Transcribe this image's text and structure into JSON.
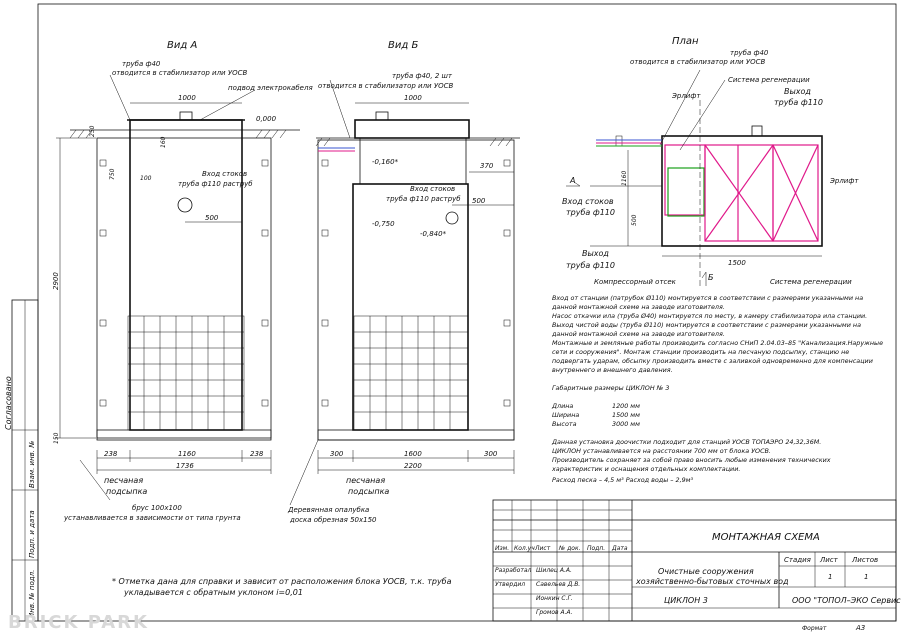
{
  "views": {
    "view_a_title": "Вид А",
    "view_b_title": "Вид Б",
    "plan_title": "План"
  },
  "view_a": {
    "pipe40": "труба ф40",
    "pipe40_note": "отводится в стабилизатор или УОСВ",
    "cable": "подвод электрокабеля",
    "dim_1000": "1000",
    "dim_0000": "0,000",
    "dim_250": "250",
    "dim_160": "160",
    "dim_750": "750",
    "dim_100": "100",
    "inlet": "Вход стоков",
    "inlet_pipe": "труба ф110 раструб",
    "dim_500": "500",
    "dim_2900": "2900",
    "dim_150": "150",
    "dim_238a": "238",
    "dim_1160": "1160",
    "dim_238b": "238",
    "dim_1736": "1736",
    "sand": "песчаная",
    "sand2": "подсыпка",
    "beam": "брус 100х100",
    "beam_note": "устанавливается в зависимости от типа грунта"
  },
  "view_b": {
    "pipe40": "труба ф40, 2 шт",
    "pipe40_note": "отводится в стабилизатор или УОСВ",
    "dim_1000": "1000",
    "dim_0160": "-0,160*",
    "dim_370": "370",
    "inlet": "Вход стоков",
    "inlet_pipe": "труба ф110 раструб",
    "dim_500": "500",
    "dim_0750": "-0,750",
    "dim_0840": "-0,840*",
    "dim_300a": "300",
    "dim_1600": "1600",
    "dim_300b": "300",
    "dim_2200": "2200",
    "sand": "песчаная",
    "sand2": "подсыпка",
    "formwork": "Деревянная опалубка",
    "formwork2": "доска обрезная 50х150"
  },
  "plan": {
    "pipe40": "труба ф40",
    "pipe40_note": "отводится в стабилизатор или УОСВ",
    "regen1": "Система регенерации",
    "airlift1": "Эрлифт",
    "outlet": "Выход",
    "outlet_pipe": "труба ф110",
    "airlift2": "Эрлифт",
    "label_a": "А",
    "inlet": "Вход стоков",
    "inlet_pipe": "труба ф110",
    "dim_1160": "1160",
    "dim_500": "500",
    "outlet2": "Выход",
    "outlet2_pipe": "труба ф110",
    "dim_1500": "1500",
    "compressor": "Компрессорный отсек",
    "regen2": "Система регенерации",
    "label_b": "Б"
  },
  "notes": {
    "lines": [
      "Вход от станции (патрубок Ø110) монтируется в соответствии с размерами указанными на",
      "данной монтажной схеме на заводе изготовителя.",
      "Насос откачки ила (труба Ø40) монтируется по месту, в камеру стабилизатора ила станции.",
      "Выход чистой воды (труба Ø110) монтируется в соответствии с размерами указанными на",
      "данной монтажной схеме на заводе изготовителя.",
      "Монтажные и земляные работы производить согласно СНиП 2.04.03–85 \"Канализация.Наружные",
      "сети и сооружения\". Монтаж станции производить на песчаную подсыпку, станцию не",
      "подвергать ударам, обсыпку производить вместе с заливкой одновременно для компенсации",
      "внутреннего и внешнего давления."
    ],
    "dims_title": "Габаритные размеры ЦИКЛОН № 3",
    "dims": [
      {
        "k": "Длина",
        "v": "1200 мм"
      },
      {
        "k": "Ширина",
        "v": "1500 мм"
      },
      {
        "k": "Высота",
        "v": "3000 мм"
      }
    ],
    "lines2": [
      "Данная установка доочистки подходит для станций УОСВ ТОПАЭРО 24,32,36М.",
      "ЦИКЛОН устанавливается на расстоянии 700 мм от блока УОСВ.",
      "Производитель сохраняет за собой право вносить любые изменения технических",
      "характеристик и оснащения отдельных комплектации.",
      "Расход песка – 4,5 м³ Расход воды – 2,9м³"
    ]
  },
  "footnote": {
    "line1": "* Отметка дана для справки и зависит от расположения блока УОСВ, т.к. труба",
    "line2": "укладывается с обратным уклоном i=0,01"
  },
  "left_stamp": {
    "agreed": "Согласовано",
    "inv_replace": "Взам. инв. №",
    "sign_date": "Подп. и дата",
    "inv_orig": "Инв. № подл."
  },
  "title_block": {
    "title": "МОНТАЖНАЯ СХЕМА",
    "cols": [
      "Изм.",
      "Кол.уч",
      "Лист",
      "№ док.",
      "Подп.",
      "Дата"
    ],
    "rows": [
      {
        "role": "Разработал",
        "name": "Шилец А.А."
      },
      {
        "role": "Утвердил",
        "name": "Савельев Д.В."
      },
      {
        "role": "",
        "name": "Ионкин С.Г."
      },
      {
        "role": "",
        "name": "Громов А.А."
      }
    ],
    "object": "Очистные сооружения",
    "object2": "хозяйственно-бытовых сточных вод",
    "stage": "Стадия",
    "sheet": "Лист",
    "sheets": "Листов",
    "sheet_val": "1",
    "sheets_val": "1",
    "product": "ЦИКЛОН 3",
    "company": "ООО \"ТОПОЛ–ЭКО Сервис\"",
    "format_label": "Формат",
    "format_val": "А3"
  },
  "watermark": "BRICK PARK"
}
